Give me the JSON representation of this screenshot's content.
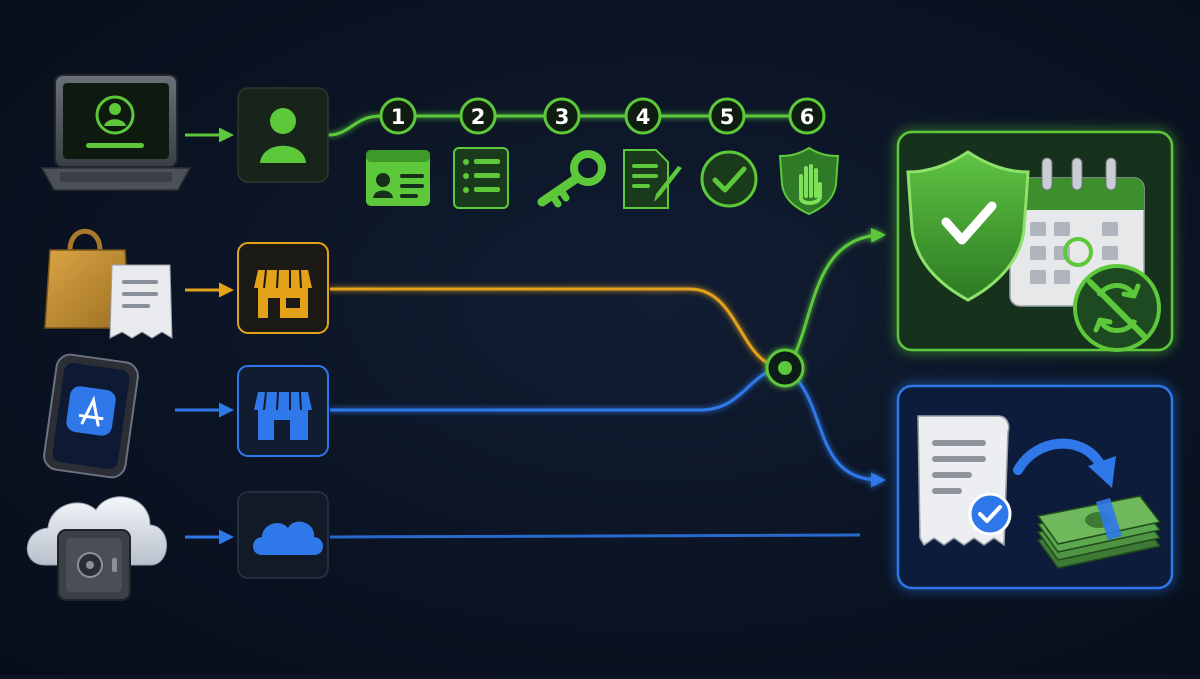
{
  "steps": {
    "labels": [
      "1",
      "2",
      "3",
      "4",
      "5",
      "6"
    ],
    "icons": [
      "id-card-icon",
      "checklist-icon",
      "key-icon",
      "document-sign-icon",
      "checkmark-icon",
      "shield-hand-icon"
    ]
  },
  "sources": [
    {
      "device_icon": "laptop-user-icon",
      "node_icon": "user-icon",
      "color": "#5cc83a"
    },
    {
      "device_icon": "shopping-bag-receipt-icon",
      "node_icon": "storefront-icon",
      "color": "#e3a21a"
    },
    {
      "device_icon": "phone-app-store-icon",
      "node_icon": "storefront-icon",
      "color": "#2f78ea"
    },
    {
      "device_icon": "cloud-safe-icon",
      "node_icon": "cloud-icon",
      "color": "#2f78ea"
    }
  ],
  "outcomes": [
    {
      "icons": [
        "shield-check-icon",
        "calendar-icon",
        "no-renewal-icon"
      ],
      "color": "#5cc83a"
    },
    {
      "icons": [
        "receipt-check-icon",
        "arrow-icon",
        "money-icon"
      ],
      "color": "#2f78ea"
    }
  ],
  "colors": {
    "green": "#5cc83a",
    "orange": "#e3a21a",
    "blue": "#2f78ea",
    "background": "#0b1424"
  }
}
